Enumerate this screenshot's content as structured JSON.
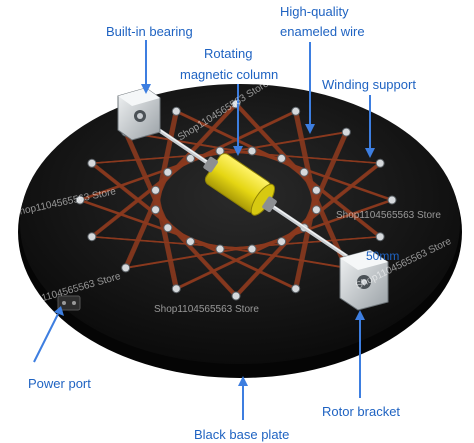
{
  "labels": {
    "bearing": "Built-in bearing",
    "wire_line1": "High-quality",
    "wire_line2": "enameled wire",
    "column_line1": "Rotating",
    "column_line2": "magnetic column",
    "winding_support": "Winding support",
    "size": "50mm",
    "power_port": "Power port",
    "rotor_bracket": "Rotor bracket",
    "base_plate": "Black base plate"
  },
  "watermarks": {
    "top": "Shop1104565563 Store",
    "left": "Shop1104565563 Store",
    "right": "Shop1104565563 Store",
    "lower_left": "Shop1104565563 Store",
    "bottom": "Shop1104565563 Store",
    "bottom_right": "Shop1104565563 Store"
  },
  "colors": {
    "label_text": "#1f63c2",
    "arrow": "#3d7ee0",
    "base_plate": "#141414",
    "copper_wire": "#8b3a1e",
    "magnet": "#e9df1a",
    "shaft": "#c9cdd1",
    "bracket": "#d9dde0"
  }
}
